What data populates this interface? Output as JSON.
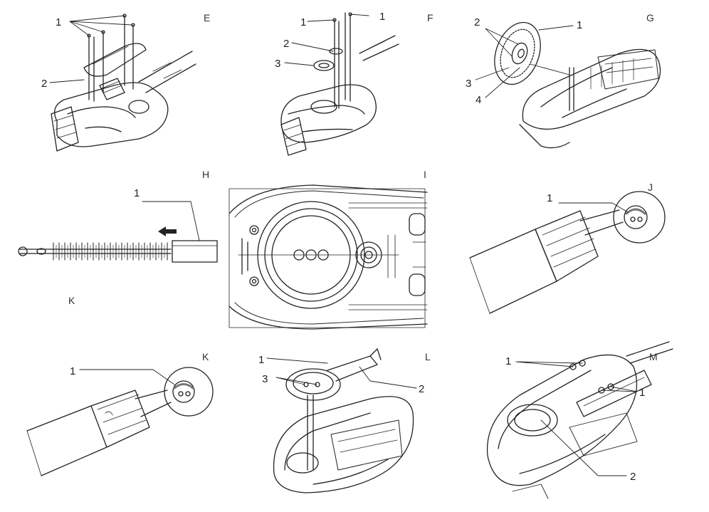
{
  "panels": {
    "E": {
      "letter": "E",
      "callouts": [
        "1",
        "2"
      ]
    },
    "F": {
      "letter": "F",
      "callouts": [
        "1",
        "1",
        "2",
        "3"
      ]
    },
    "G": {
      "letter": "G",
      "callouts": [
        "2",
        "1",
        "3",
        "4"
      ]
    },
    "H": {
      "letter": "H",
      "callouts": [
        "1"
      ]
    },
    "I": {
      "letter": "I",
      "callouts": []
    },
    "J": {
      "letter": "J",
      "callouts": [
        "1"
      ]
    },
    "K_upper": {
      "letter": "K",
      "callouts": []
    },
    "K": {
      "letter": "K",
      "callouts": [
        "1"
      ]
    },
    "L": {
      "letter": "L",
      "callouts": [
        "1",
        "3",
        "2"
      ]
    },
    "M": {
      "letter": "M",
      "callouts": [
        "1",
        "1",
        "2"
      ]
    }
  }
}
